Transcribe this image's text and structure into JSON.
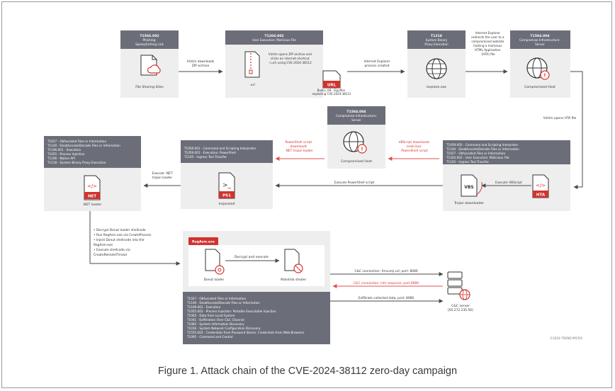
{
  "diagram": {
    "nodes": [
      {
        "id": "n_phish",
        "header": [
          "T1566.002",
          "Phishing:",
          "Spearphishing Link"
        ],
        "label": "File Sharing Sites",
        "icon": "cloud-file-icon"
      },
      {
        "id": "n_user",
        "header": [
          "T1204.002",
          "User Execution: Malicious File"
        ],
        "label": ".url",
        "note": "Victim opens ZIP archive and clicks an internet shortcut (.url) using CVE-2024-38112",
        "label2": "Books_A8...\\Spyfile\\ exploiting CVE-2024-38112",
        "icon": "url-file-icon"
      },
      {
        "id": "n_ie",
        "header": [
          "T1218",
          "System Binary",
          "Proxy Execution"
        ],
        "label": "iexplore.exe",
        "icon": "globe-icon"
      },
      {
        "id": "n_comp1",
        "header": [
          "T1584.004",
          "Compromise Infrastructure:",
          "Server"
        ],
        "label": "Compromised Host",
        "icon": "globe-alert-icon"
      },
      {
        "id": "n_comp2",
        "header": [
          "T1584.004",
          "Compromise Infrastructure:",
          "Server"
        ],
        "label": "Compromised Host",
        "icon": "globe-alert-icon"
      },
      {
        "id": "n_hta",
        "header": [
          "T1059.005 - Command and Scripting Interpreter",
          "T1140 - Deobfuscate/Decode Files or Information",
          "T1027 - Obfuscated Files or Information",
          "T1204.002 - User Execution: Malicious File",
          "T1105 - Ingress Tool Transfer"
        ],
        "label": "Trojan downloader",
        "icon": "vbs-hta-icon"
      },
      {
        "id": "n_ps",
        "header": [
          "T1059.001 - Command and Scripting Interpreter",
          "T1059.001 - Execution: PowerShell",
          "T1105 - Ingress Tool Transfer"
        ],
        "label": "trojanized",
        "icon": "ps1-icon"
      },
      {
        "id": "n_net",
        "header": [
          "T1027 - Obfuscated Files or Information",
          "T1140 - Deobfuscate/Decode Files or Information",
          "T1106.001 - Execution",
          "T1055 - Process Injection",
          "T1106 - Native API",
          "T1218 - System Binary Proxy Execution"
        ],
        "label": ".NET loader",
        "icon": "net-file-icon"
      }
    ],
    "edges": {
      "victim_downloads": [
        "Victim downloads",
        "ZIP archive"
      ],
      "ie_process": [
        "Internet Explorer",
        "process created"
      ],
      "ie_redirects": [
        "Internet Explorer",
        "redirects the user to a",
        "compromised website",
        "hosting a malicious",
        "HTML Application",
        "(HTA) file"
      ],
      "victim_opens_hta": "Victim opens HTA file",
      "execute_vbscript": "Execute VBScript",
      "execute_powershell": "Execute PowerShell script",
      "execute_net": [
        "Execute .NET",
        "trojan loader"
      ],
      "vbscript_downloads": [
        "VBScript downloads",
        "malicious",
        "PowerShell script"
      ],
      "powershell_downloads": [
        "PowerShell script",
        "downloads",
        ".NET trojan loader"
      ],
      "c2_connection": "C&C connection: Xmvvmj.url; port: 8080",
      "c2_response": "C&C connection: info response; port 8080",
      "c2_exfil": "Exfiltrate collected data; port: 8080"
    },
    "loader_steps": [
      "• Decrypt Donut loader shellcode",
      "• Run RegAsm.exe via CreateProcess",
      "• Inject Donut shellcode into the",
      "  RegAsm.exe",
      "• Execute shellcode via",
      "  CreateRemoteThread"
    ],
    "regasm": {
      "title": "RegAsm.exe",
      "donut": "Donut loader",
      "stealer": "Atlantida stealer",
      "action": "Decrypt and execute"
    },
    "techniques": [
      "T1027 - Obfuscated Files or Information",
      "T1140 - Deobfuscate/Decode Files or Information",
      "T1106.001 - Execution",
      "T1055.002 - Process Injection: Portable Executable Injection",
      "T1005 - Data from Local System",
      "T1041 - Exfiltration Over C&C Channel",
      "T1082 - System Information Discovery",
      "T1016 - System Network Configuration Discovery",
      "T1555.003 - Credentials from Password Stores: Credentials from Web Browsers",
      "T1095 - Command and Control"
    ],
    "cnc": {
      "label": "C&C server",
      "ip": "[65.272.235.56]"
    },
    "copyright": "©2024 TREND MICRO"
  },
  "caption": "Figure 1. Attack chain of the CVE-2024-38112 zero-day campaign",
  "colors": {
    "header": "#6b6e78",
    "card": "#eeeeef",
    "accent": "#d1332f",
    "arrow": "#4a4a4a",
    "red_arrow": "#e05050"
  }
}
